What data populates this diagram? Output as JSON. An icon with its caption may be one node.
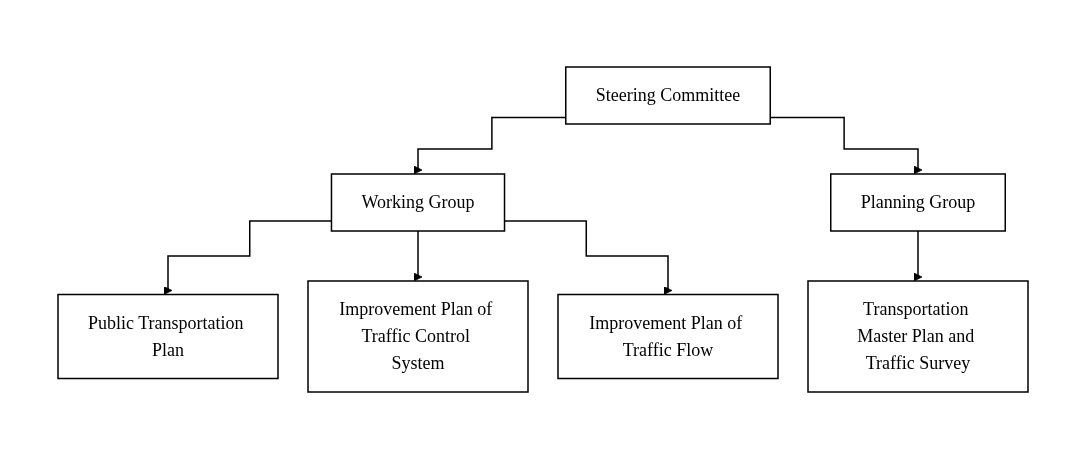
{
  "diagram": {
    "nodes": [
      {
        "text": [
          "Steering Committee"
        ]
      },
      {
        "text": [
          "Working Group"
        ]
      },
      {
        "text": [
          "Planning Group"
        ]
      },
      {
        "text": [
          "Public Transportation Plan"
        ]
      },
      {
        "text": [
          "Improvement Plan of Traffic Control System"
        ]
      },
      {
        "text": [
          "Improvement Plan of Traffic Flow"
        ]
      },
      {
        "text": [
          "Transportation Master Plan and Traffic Survey"
        ]
      }
    ],
    "edges": [
      {
        "from": 0,
        "to": 1,
        "arrow": "to"
      },
      {
        "from": 0,
        "to": 2,
        "arrow": "to"
      },
      {
        "from": 1,
        "to": 3,
        "arrow": "to"
      },
      {
        "from": 1,
        "to": 4,
        "arrow": "to"
      },
      {
        "from": 1,
        "to": 5,
        "arrow": "to"
      },
      {
        "from": 2,
        "to": 6,
        "arrow": "to"
      }
    ]
  }
}
